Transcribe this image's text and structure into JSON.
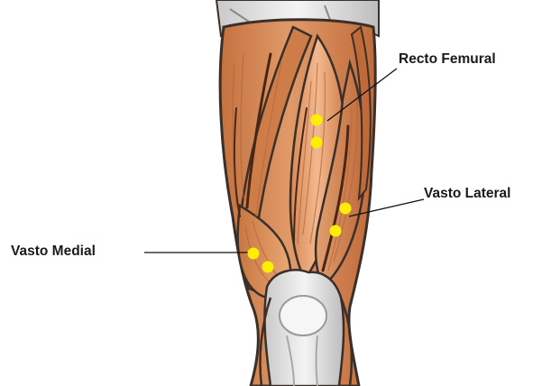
{
  "labels": {
    "recto_femural": "Recto Femural",
    "vasto_lateral": "Vasto Lateral",
    "vasto_medial": "Vasto Medial"
  },
  "colors": {
    "background": "#ffffff",
    "skin_outline": "#4a3a32",
    "muscle_main": "#d98a5a",
    "muscle_light": "#f0b58a",
    "muscle_dark": "#b8663a",
    "muscle_deep": "#8c3f1c",
    "fiber": "#c97a4c",
    "tendon": "#eaeaea",
    "tendon_shadow": "#b9b9b9",
    "marker": "#ffee00",
    "leader_line": "#111111"
  },
  "markers": {
    "recto_femural": 2,
    "vasto_lateral": 2,
    "vasto_medial": 2
  }
}
